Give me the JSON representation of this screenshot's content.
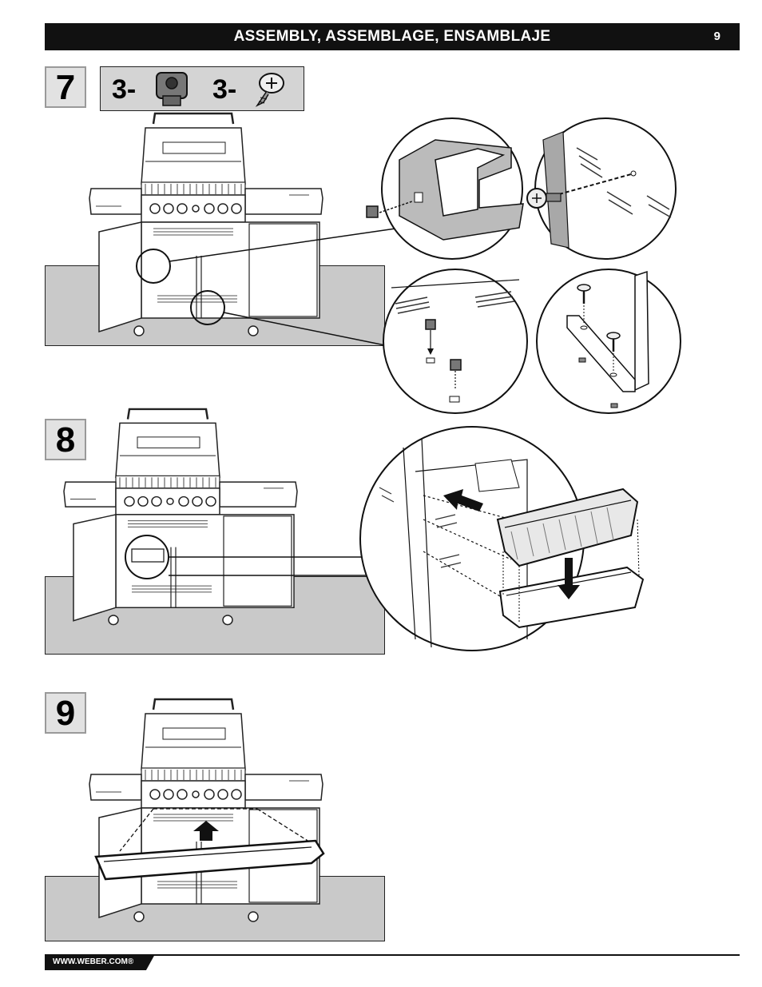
{
  "header": {
    "title": "ASSEMBLY, ASSEMBLAGE, ENSAMBLAJE",
    "page_number": "9"
  },
  "steps": [
    {
      "number": "7",
      "parts": [
        {
          "qty": "3-",
          "icon": "clip-nut-icon"
        },
        {
          "qty": "3-",
          "icon": "screw-icon"
        }
      ]
    },
    {
      "number": "8"
    },
    {
      "number": "9"
    }
  ],
  "footer": {
    "url": "WWW.WEBER.COM®"
  }
}
